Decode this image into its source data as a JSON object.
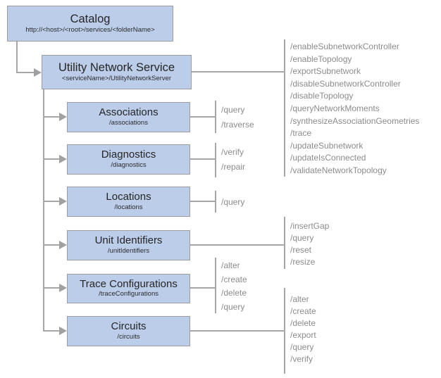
{
  "diagram": {
    "title_implied": "Utility Network Service REST hierarchy",
    "colors": {
      "box_fill": "#bccdea",
      "box_border": "#9d9d9d",
      "connector": "#a6a6a6",
      "operation_text": "#8c8c8c",
      "node_text": "#252525"
    },
    "catalog": {
      "title": "Catalog",
      "subtitle": "http://<host>/<root>/services/<folderName>"
    },
    "service": {
      "title": "Utility Network Service",
      "subtitle": "<serviceName>/UtilityNetworkServer",
      "operations": [
        "/enableSubnetworkController",
        "/enableTopology",
        "/exportSubnetwork",
        "/disableSubnetworkController",
        "/disableTopology",
        "/queryNetworkMoments",
        "/synthesizeAssociationGeometries",
        "/trace",
        "/updateSubnetwork",
        "/updateIsConnected",
        "/validateNetworkTopology"
      ]
    },
    "children": [
      {
        "title": "Associations",
        "subtitle": "/associations",
        "operations": [
          "/query",
          "/traverse"
        ]
      },
      {
        "title": "Diagnostics",
        "subtitle": "/diagnostics",
        "operations": [
          "/verify",
          "/repair"
        ]
      },
      {
        "title": "Locations",
        "subtitle": "/locations",
        "operations": [
          "/query"
        ]
      },
      {
        "title": "Unit Identifiers",
        "subtitle": "/unitIdentifiers",
        "operations": [
          "/insertGap",
          "/query",
          "/reset",
          "/resize"
        ]
      },
      {
        "title": "Trace Configurations",
        "subtitle": "/traceConfigurations",
        "operations": [
          "/alter",
          "/create",
          "/delete",
          "/query"
        ]
      },
      {
        "title": "Circuits",
        "subtitle": "/circuits",
        "operations": [
          "/alter",
          "/create",
          "/delete",
          "/export",
          "/query",
          "/verify"
        ]
      }
    ]
  }
}
